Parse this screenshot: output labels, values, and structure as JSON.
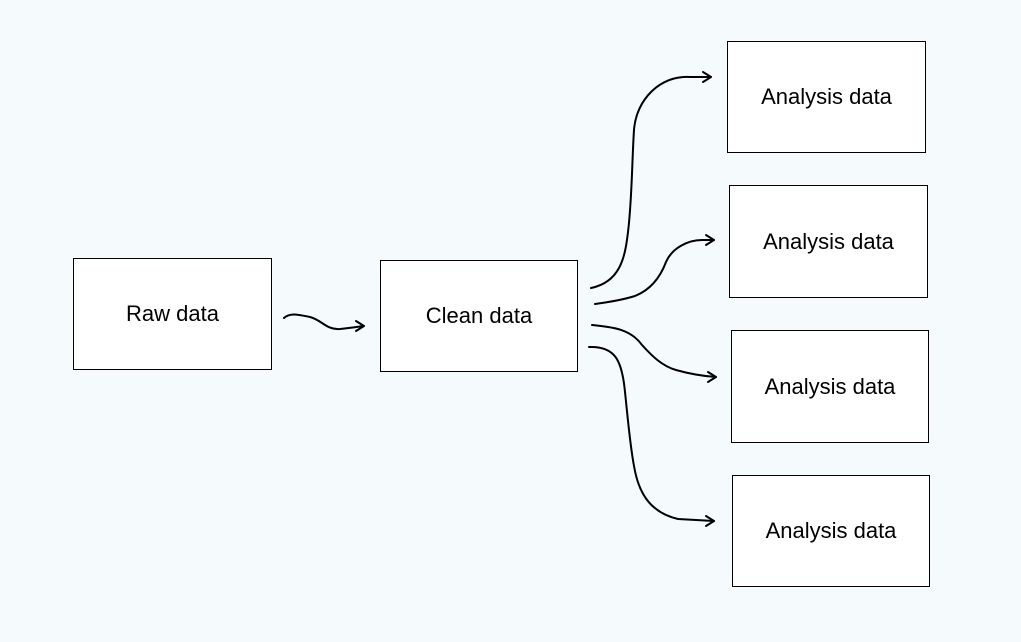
{
  "colors": {
    "background": "#f5fafc",
    "node_fill": "#ffffff",
    "stroke": "#000000"
  },
  "diagram": {
    "nodes": {
      "raw": {
        "label": "Raw data"
      },
      "clean": {
        "label": "Clean data"
      },
      "analysis_1": {
        "label": "Analysis data"
      },
      "analysis_2": {
        "label": "Analysis data"
      },
      "analysis_3": {
        "label": "Analysis data"
      },
      "analysis_4": {
        "label": "Analysis data"
      }
    },
    "edges": [
      {
        "from": "raw",
        "to": "clean"
      },
      {
        "from": "clean",
        "to": "analysis_1"
      },
      {
        "from": "clean",
        "to": "analysis_2"
      },
      {
        "from": "clean",
        "to": "analysis_3"
      },
      {
        "from": "clean",
        "to": "analysis_4"
      }
    ]
  }
}
